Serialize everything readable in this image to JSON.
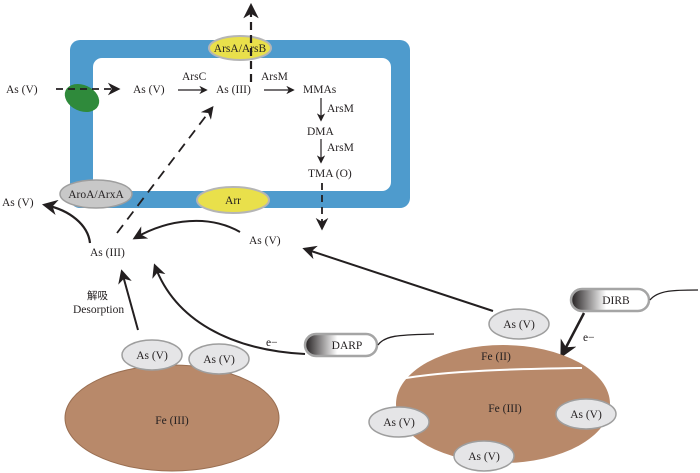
{
  "colors": {
    "cell_membrane": "#4e9bcd",
    "transporter": "#e9e04b",
    "transporter_stroke": "#b5b5b5",
    "oxidase": "#c8c8c8",
    "green_channel": "#2f8a3b",
    "mineral": "#b8896a",
    "adsorbed_ellipse": "#e5e5e7",
    "arrow": "#231f20"
  },
  "cell": {
    "transporters": {
      "efflux": "ArsA/ArsB",
      "reductase": "Arr",
      "oxidase": "AroA/ArxA"
    },
    "inside": {
      "as5": "As (V)",
      "as3": "As (III)",
      "mmas": "MMAs",
      "dma": "DMA",
      "tma": "TMA (O)",
      "arsC": "ArsC",
      "arsM_1": "ArsM",
      "arsM_2": "ArsM",
      "arsM_3": "ArsM"
    },
    "outside_in": "As (V)"
  },
  "environment": {
    "as5_oxidized": "As (V)",
    "as3_center": "As (III)",
    "as5_center": "As (V)",
    "desorption_cn": "解吸",
    "desorption_en": "Desorption",
    "electron_1": "e−",
    "electron_2": "e−"
  },
  "bacteria": {
    "darp": "DARP",
    "dirb": "DIRB"
  },
  "minerals": {
    "left": {
      "label": "Fe (III)",
      "adsorbed": [
        "As (V)",
        "As (V)"
      ]
    },
    "right": {
      "top_label": "Fe (II)",
      "label": "Fe (III)",
      "adsorbed": [
        "As (V)",
        "As (V)",
        "As (V)"
      ],
      "released": "As (V)"
    }
  }
}
